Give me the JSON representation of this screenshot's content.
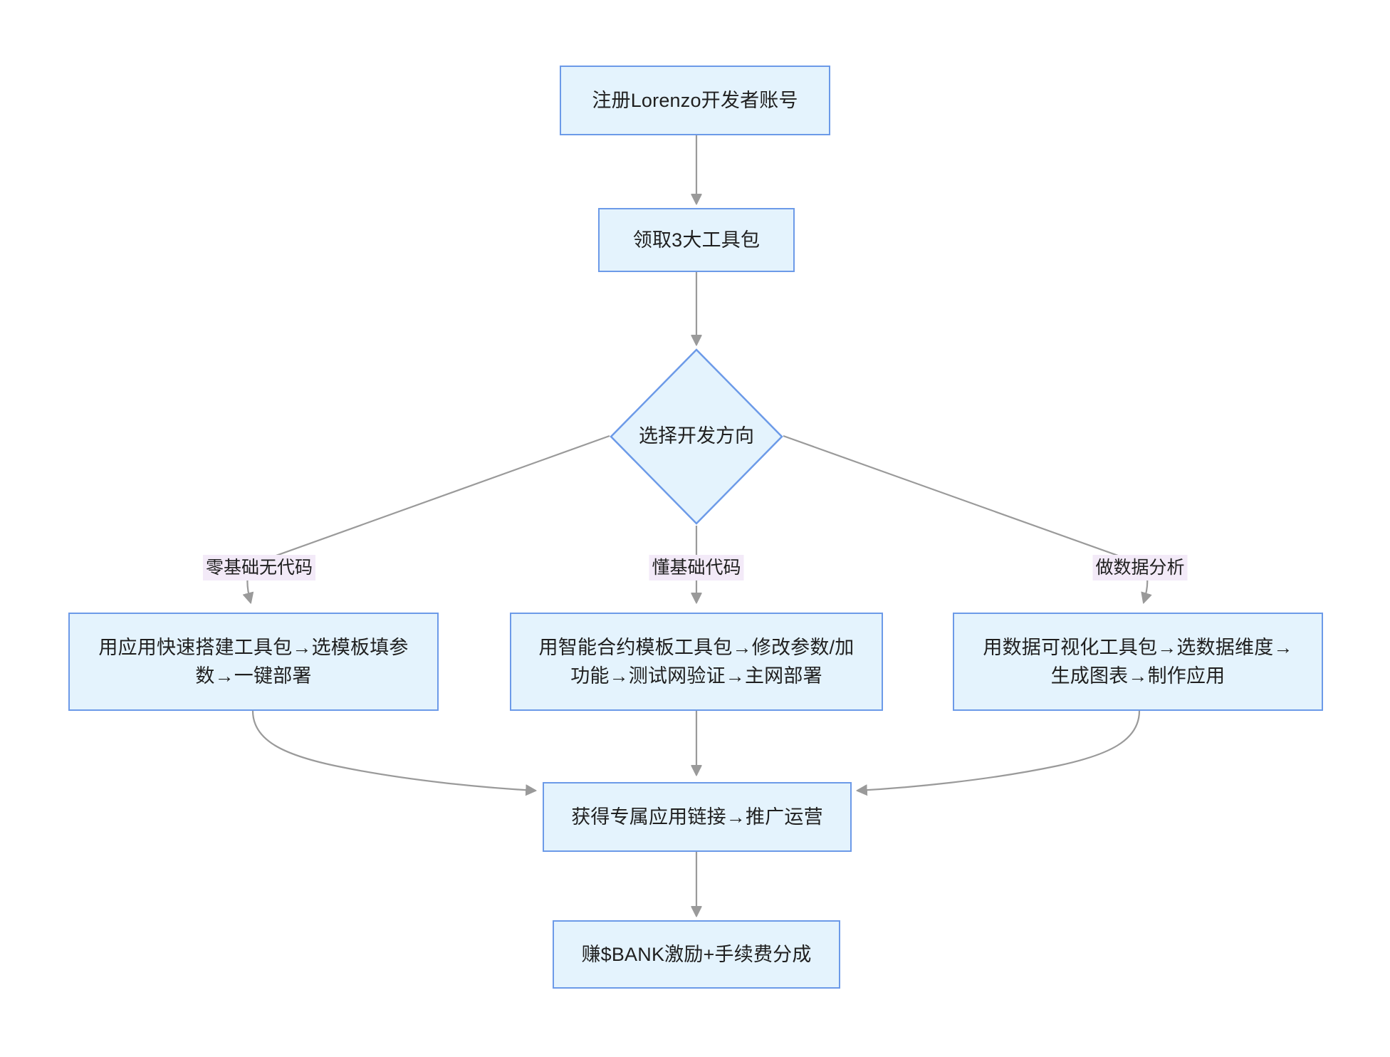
{
  "diagram": {
    "type": "flowchart",
    "direction": "top-down",
    "background_color": "#ffffff",
    "node_fill_color": "#e4f3fd",
    "node_border_color": "#6c9ae8",
    "edge_color": "#9a9a9a",
    "edge_label_background": "#f3eaf8",
    "text_color": "#1f1f1f",
    "nodes": {
      "register": {
        "shape": "rectangle",
        "text": "注册Lorenzo开发者账号"
      },
      "toolkits": {
        "shape": "rectangle",
        "text": "领取3大工具包"
      },
      "decision": {
        "shape": "diamond",
        "text": "选择开发方向"
      },
      "branch_nocode": {
        "shape": "rectangle",
        "text": "用应用快速搭建工具包→选模板填参\n数→一键部署"
      },
      "branch_code": {
        "shape": "rectangle",
        "text": "用智能合约模板工具包→修改参数/加\n功能→测试网验证→主网部署"
      },
      "branch_data": {
        "shape": "rectangle",
        "text": "用数据可视化工具包→选数据维度→\n生成图表→制作应用"
      },
      "promote": {
        "shape": "rectangle",
        "text": "获得专属应用链接→推广运营"
      },
      "earn": {
        "shape": "rectangle",
        "text": "赚$BANK激励+手续费分成"
      }
    },
    "edge_labels": {
      "to_nocode": "零基础无代码",
      "to_code": "懂基础代码",
      "to_data": "做数据分析"
    }
  }
}
